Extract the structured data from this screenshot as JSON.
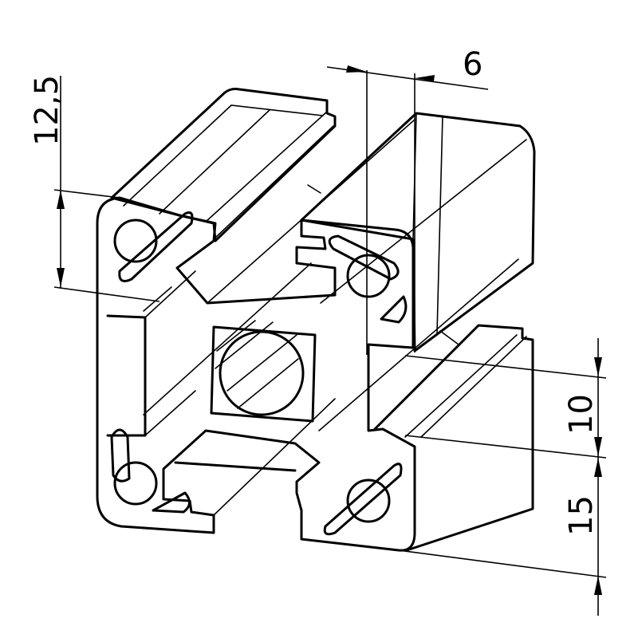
{
  "dimensions": {
    "top_left": "12,5",
    "top_right": "6",
    "right_upper": "10",
    "right_lower": "15"
  },
  "colors": {
    "line": "#000000",
    "background": "#ffffff"
  }
}
